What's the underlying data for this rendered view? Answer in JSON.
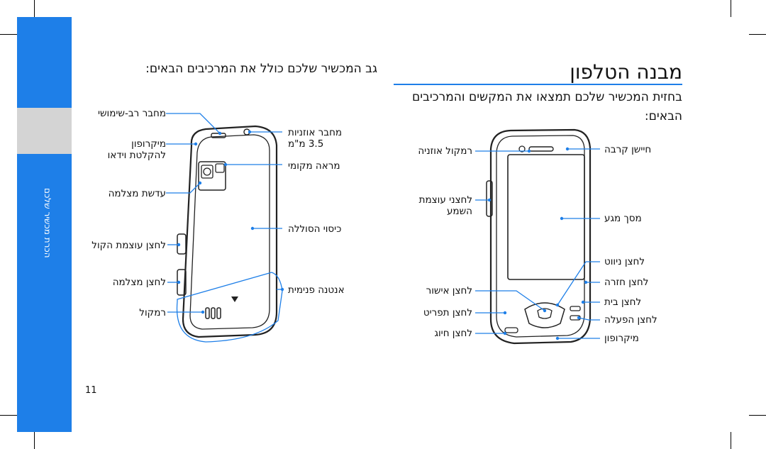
{
  "page": {
    "title": "מבנה הטלפון",
    "intro": "בחזית המכשיר שלכם תמצאו את המקשים והמרכיבים הבאים:",
    "back_intro": "גב המכשיר שלכם כולל את המרכיבים הבאים:",
    "side_tab": "הכרת מכשיר שלכם",
    "page_number": "11"
  },
  "front_labels": {
    "speaker": "רמקול אוזניה",
    "light_sensor": "חיישן קרבה",
    "touch_screen": "מסך מגע",
    "volume": "לחצני עוצמת השמע",
    "menu": "לחצן תפריט",
    "home": "לחצן בית",
    "back": "לחצן חזרה",
    "navigation": "לחצן ניווט",
    "confirm": "לחצן אישור",
    "dial": "לחצן חיוג",
    "power": "לחצן הפעלה",
    "microphone": "מיקרופון"
  },
  "back_labels": {
    "multifunction_jack": "מחבר רב-שימושי",
    "recording_mic": "מיקרופון להקלטת וידאו",
    "headset_jack": "מחבר אוזניות",
    "headset_jack_size": "3.5 מ\"מ",
    "mirror": "מראה מקומי",
    "camera_lens": "עדשת מצלמה",
    "battery_cover": "כיסוי הסוללה",
    "volume_key": "לחצן עוצמת הקול",
    "camera_key": "לחצן מצלמה",
    "internal_antenna": "אנטנה פנימית",
    "speaker": "רמקול"
  },
  "colors": {
    "accent": "#1e7fe8",
    "callout": "#1e7fe8",
    "gray_box": "#d4d4d4"
  }
}
